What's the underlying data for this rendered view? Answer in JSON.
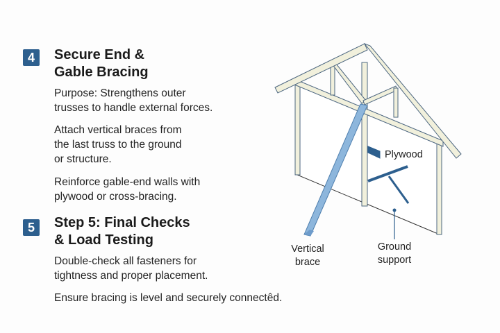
{
  "steps": [
    {
      "number": "4",
      "title_line1": "Secure End &",
      "title_line2": "Gable Bracing",
      "paragraphs": [
        [
          "Purpose: Strengthens outer",
          "trusses to handle external forces."
        ],
        [
          "Attach vertical braces from",
          "the last truss to the ground",
          "or structure."
        ],
        [
          "Reinforce gable-end walls with",
          "plywood or cross-bracing."
        ]
      ]
    },
    {
      "number": "5",
      "title_line1": "Step 5: Final Checks",
      "title_line2": "& Load Testing",
      "paragraphs": [
        [
          "Double-check all fasteners for",
          "tightness and proper placement."
        ],
        [
          "Ensure bracing is level and securely connectêd."
        ]
      ]
    }
  ],
  "diagram": {
    "labels": {
      "plywood": "Plywood",
      "vertical_brace_1": "Vertical",
      "vertical_brace_2": "brace",
      "ground_support_1": "Ground",
      "ground_support_2": "support"
    },
    "colors": {
      "frame": "#f1f0dc",
      "frame_edge": "#4c6680",
      "brace": "#8db6dc",
      "accent": "#2d5f8e"
    }
  }
}
